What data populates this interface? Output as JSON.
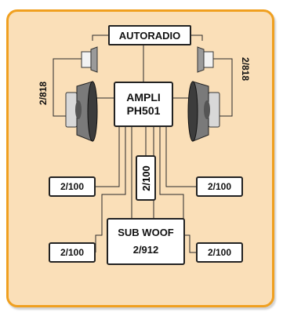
{
  "labels": {
    "autoradio": "AUTORADIO",
    "ampli_line1": "AMPLI",
    "ampli_line2": "PH501",
    "center_cable": "2/100",
    "sub_line1": "SUB WOOF",
    "sub_line2": "2/912",
    "cable_top_left": "2/100",
    "cable_top_right": "2/100",
    "cable_bottom_left": "2/100",
    "cable_bottom_right": "2/100",
    "speaker_cable_left": "2/818",
    "speaker_cable_right": "2/818"
  },
  "colors": {
    "panel_bg": "#fadfb8",
    "panel_border": "#f0a020",
    "wire": "#2a2a2a"
  },
  "icons": [
    "tweeter-icon",
    "woofer-icon"
  ]
}
